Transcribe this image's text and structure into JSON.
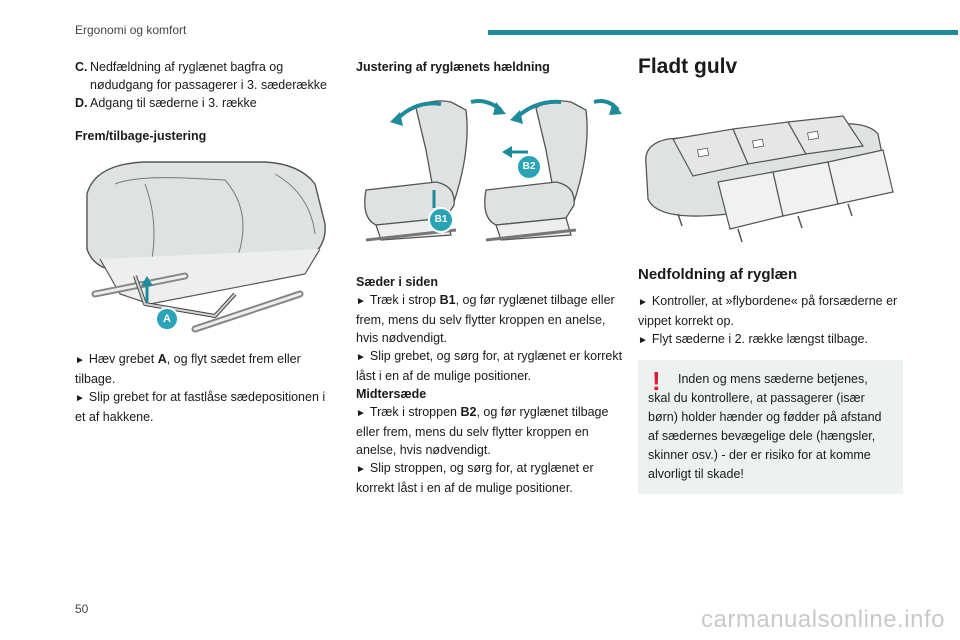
{
  "header": {
    "title": "Ergonomi og komfort"
  },
  "colors": {
    "accent": "#1e8a9a",
    "label_badge": "#2aa3b7",
    "warning": "#e0192d"
  },
  "col1": {
    "items": [
      {
        "letter": "C.",
        "text": "Nedfældning af ryglænet bagfra og nødudgang for passagerer i 3. sæderække"
      },
      {
        "letter": "D.",
        "text": "Adgang til sæderne i 3. række"
      }
    ],
    "heading": "Frem/tilbage-justering",
    "figure_label": "A",
    "p1_prefix": "Hæv grebet ",
    "p1_bold": "A",
    "p1_suffix": ", og flyt sædet frem eller tilbage.",
    "p2": "Slip grebet for at fastlåse sædepositionen i et af hakkene."
  },
  "col2": {
    "heading": "Justering af ryglænets hældning",
    "figure_labels": {
      "b1": "B1",
      "b2": "B2"
    },
    "side_heading": "Sæder i siden",
    "s1_prefix": "Træk i strop ",
    "s1_bold": "B1",
    "s1_suffix": ", og før ryglænet tilbage eller frem, mens du selv flytter kroppen en anelse, hvis nødvendigt.",
    "s2": "Slip grebet, og sørg for, at ryglænet er korrekt låst i en af de mulige positioner.",
    "middle_heading": "Midtersæde",
    "m1_prefix": "Træk i stroppen ",
    "m1_bold": "B2",
    "m1_suffix": ", og før ryglænet tilbage eller frem, mens du selv flytter kroppen en anelse, hvis nødvendigt.",
    "m2": "Slip stroppen, og sørg for, at ryglænet er korrekt låst i en af de mulige positioner."
  },
  "col3": {
    "title": "Fladt gulv",
    "subtitle": "Nedfoldning af ryglæn",
    "p1": "Kontroller, at »flybordene« på forsæderne er vippet korrekt op.",
    "p2": "Flyt sæderne i 2. række længst tilbage.",
    "warning": "Inden og mens sæderne betjenes, skal du kontrollere, at passagerer (især børn) holder hænder og fødder på afstand af sædernes bevægelige dele (hængsler, skinner osv.) - der er risiko for at komme alvorligt til skade!"
  },
  "bullet_glyph": "►",
  "warning_glyph": "!",
  "page_number": "50",
  "watermark": "carmanualsonline.info"
}
